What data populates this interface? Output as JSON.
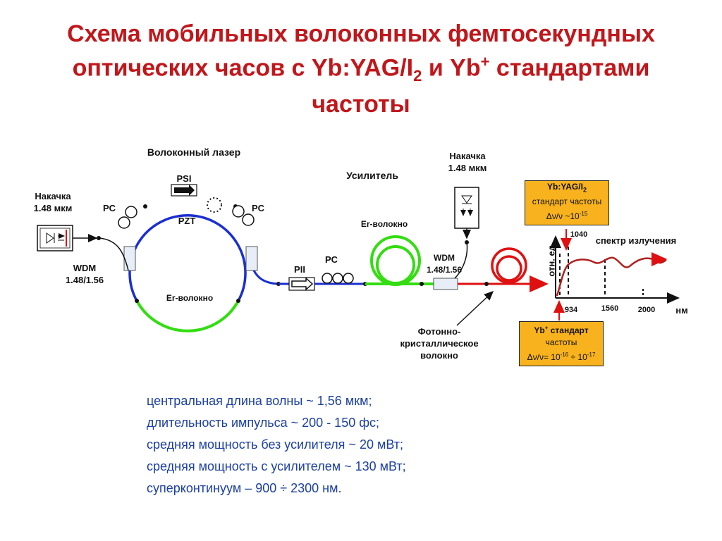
{
  "title": {
    "line1": "Схема мобильных волоконных фемтосекундных",
    "line2_pre": "оптических часов с Yb:YAG/I",
    "line2_sub": "2",
    "line2_mid": " и Yb",
    "line2_sup": "+",
    "line2_post": " стандартами",
    "line3": "частоты"
  },
  "labels": {
    "fiber_laser": "Волоконный лазер",
    "psi": "PSI",
    "pzt": "PZT",
    "pc": "PC",
    "pump": "Накачка",
    "pump_value": "1.48 мкм",
    "wdm": "WDM",
    "wdm_value": "1.48/1.56",
    "er_fiber_lower": "Er-волокно",
    "er_fiber_upper": "Er-волокно",
    "amplifier": "Усилитель",
    "pii": "PII",
    "pcf_line1": "Фотонно-",
    "pcf_line2": "кристаллическое",
    "pcf_line3": "волокно"
  },
  "yag_box": {
    "line1_pre": "Yb:YAG/I",
    "line1_sub": "2",
    "line2": "стандарт частоты",
    "line3_pre": "Δν/ν ~10",
    "line3_sup": "-15"
  },
  "yb_box": {
    "line1_pre": "Yb",
    "line1_sup": "+",
    "line1_post": " стандарт",
    "line2": "частоты",
    "line3_pre": "Δν/ν= 10",
    "line3_sup1": "-16",
    "line3_mid": " ÷ 10",
    "line3_sup2": "-17"
  },
  "spectrum": {
    "y_label": "отн. ед.",
    "x_unit": "нм",
    "title": "спектр излучения",
    "ticks": [
      "934",
      "1560",
      "2000"
    ],
    "marker_top": "1040"
  },
  "params": [
    "центральная длина волны ~ 1,56 мкм;",
    "длительность импульса ~ 200 - 150 фс;",
    "средняя мощность без усилителя ~ 20 мВт;",
    "средняя мощность с усилителем ~ 130 мВт;",
    "суперконтинуум – 900 ÷ 2300 нм."
  ],
  "colors": {
    "title": "#c0171b",
    "fiber_blue": "#1a2fd0",
    "fiber_green": "#33dd11",
    "output_red": "#e01010",
    "spectrum_curve": "#b02020",
    "box_fill": "#f7b21e",
    "params_text": "#1c3fa0"
  }
}
